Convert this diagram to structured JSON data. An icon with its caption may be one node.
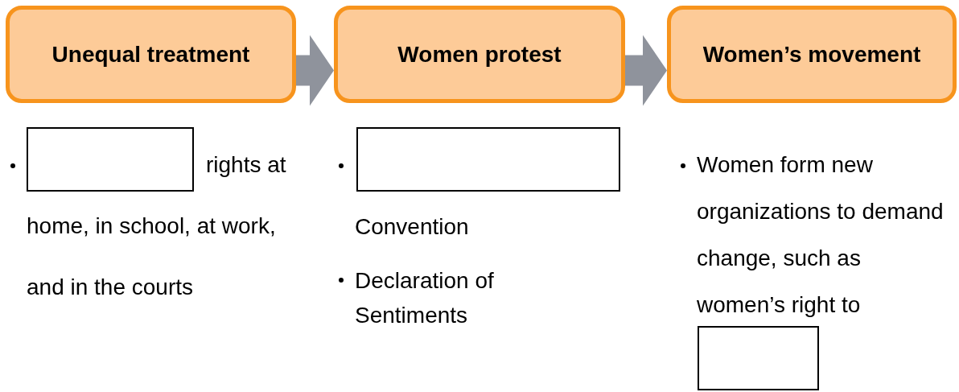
{
  "diagram": {
    "nodes": [
      {
        "text": [
          "Unequal treatment"
        ]
      },
      {
        "text": [
          "Women protest"
        ]
      },
      {
        "text": [
          "Women’s movement"
        ]
      }
    ],
    "edges": [
      {
        "from": 0,
        "to": 1,
        "arrow": "to"
      },
      {
        "from": 1,
        "to": 2,
        "arrow": "to"
      }
    ],
    "labels": [
      "rights at home, in school, at work, and in the courts",
      "Convention",
      "Declaration of Sentiments",
      "Women form new organizations to demand change, such as women’s right to"
    ]
  }
}
